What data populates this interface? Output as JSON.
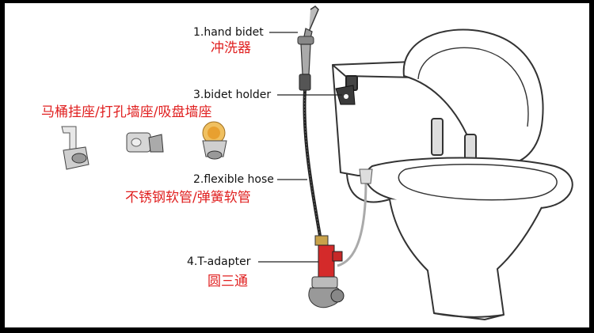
{
  "parts": [
    {
      "en": "1.hand bidet",
      "cn": "冲洗器"
    },
    {
      "en": "3.bidet holder",
      "cn": "马桶挂座/打孔墙座/吸盘墙座"
    },
    {
      "en": "2.flexible hose",
      "cn": "不锈钢软管/弹簧软管"
    },
    {
      "en": "4.T-adapter",
      "cn": "圆三通"
    }
  ],
  "colors": {
    "background": "#000000",
    "panel": "#ffffff",
    "label_en": "#111111",
    "label_cn": "#e02020",
    "adapter_red": "#d42a2a"
  },
  "icons": [
    "hand-bidet-sprayer-icon",
    "toilet-icon",
    "wall-hook-holder-icon",
    "drilled-wall-holder-icon",
    "suction-wall-holder-icon",
    "t-adapter-valve-icon"
  ]
}
